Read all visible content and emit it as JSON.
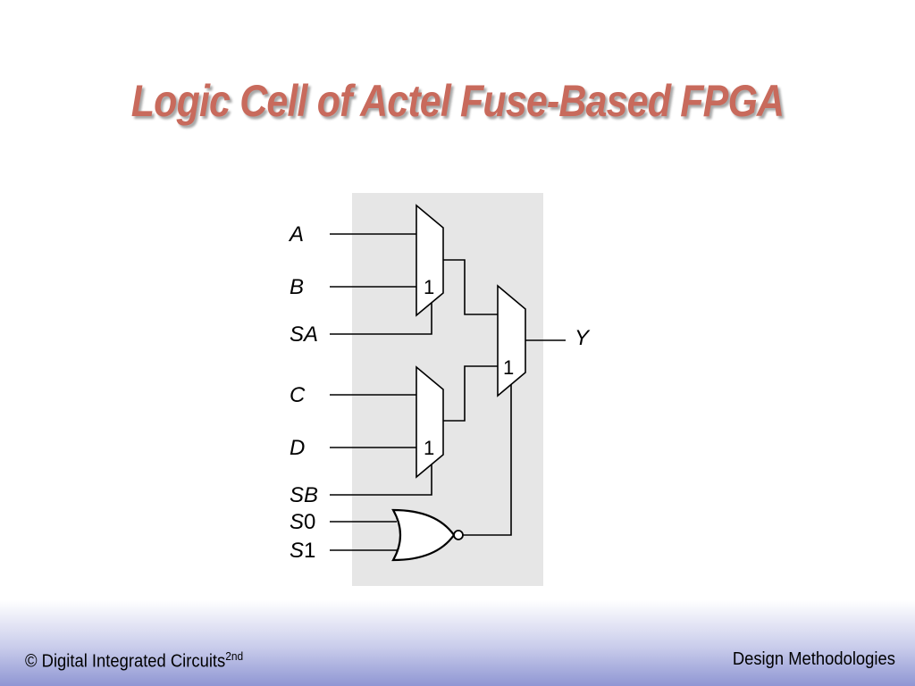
{
  "title": "Logic Cell of Actel Fuse-Based FPGA",
  "diagram": {
    "inputs": {
      "a": "A",
      "b": "B",
      "sa": "SA",
      "c": "C",
      "d": "D",
      "sb": "SB",
      "s0_letter": "S",
      "s0_digit": "0",
      "s1_letter": "S",
      "s1_digit": "1"
    },
    "output": "Y",
    "mux_label": "1"
  },
  "footer": {
    "left": "© Digital Integrated Circuits",
    "left_sup": "2nd",
    "right": "Design Methodologies"
  },
  "colors": {
    "title": "#c86a5c",
    "panel": "#e6e6e6",
    "footer_gradient_end": "#8f96d3"
  }
}
